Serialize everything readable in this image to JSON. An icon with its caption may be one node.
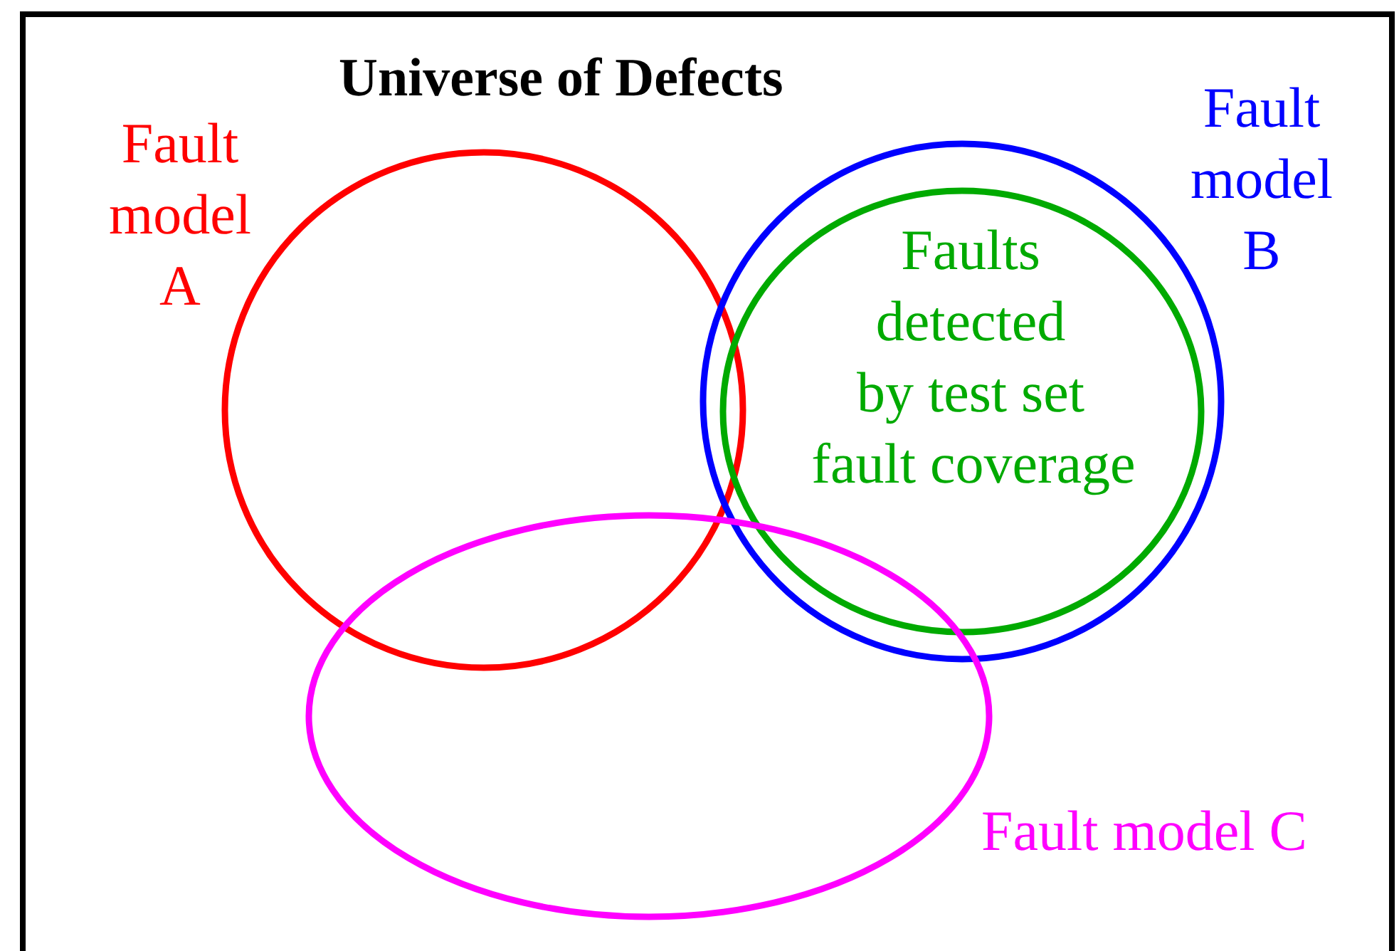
{
  "diagram": {
    "nodes": [
      {
        "text": [
          "Universe of Defects"
        ]
      },
      {
        "text": [
          "Fault model A"
        ],
        "in": 0
      },
      {
        "text": [
          "Fault model B"
        ],
        "in": 0
      },
      {
        "text": [
          "Faults detected by test set",
          "fault coverage"
        ],
        "in": 2
      },
      {
        "text": [
          "Fault model C"
        ],
        "in": 0
      }
    ],
    "edges": []
  }
}
